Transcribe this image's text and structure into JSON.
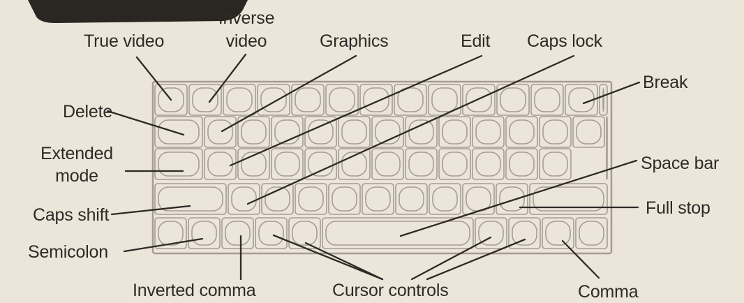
{
  "labels": {
    "true_video": "True video",
    "inverse_video_line1": "Inverse",
    "inverse_video_line2": "video",
    "graphics": "Graphics",
    "edit": "Edit",
    "caps_lock": "Caps lock",
    "break": "Break",
    "delete": "Delete",
    "extended_mode_line1": "Extended",
    "extended_mode_line2": "mode",
    "space_bar": "Space bar",
    "caps_shift": "Caps shift",
    "full_stop": "Full stop",
    "semicolon": "Semicolon",
    "inverted_comma": "Inverted comma",
    "cursor_controls": "Cursor controls",
    "comma": "Comma"
  },
  "colors": {
    "background": "#ece5da",
    "key_outline": "#a59d93",
    "pointer_line": "#2f2a26",
    "device_top": "#2a2622"
  }
}
